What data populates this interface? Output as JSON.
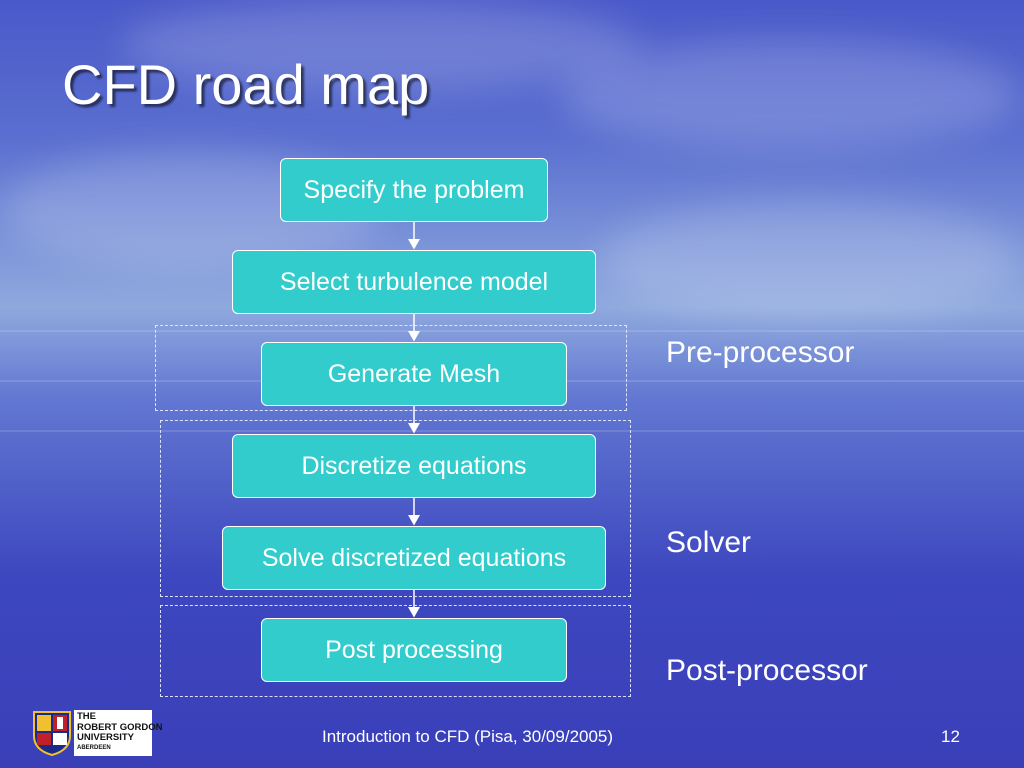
{
  "slide": {
    "title": "CFD road map",
    "footer_text": "Introduction to CFD (Pisa, 30/09/2005)",
    "page_number": "12"
  },
  "flow_steps": [
    "Specify the problem",
    "Select turbulence model",
    "Generate Mesh",
    "Discretize equations",
    "Solve discretized equations",
    "Post processing"
  ],
  "groups": {
    "pre_processor": "Pre-processor",
    "solver": "Solver",
    "post_processor": "Post-processor"
  },
  "logo": {
    "line1": "THE",
    "line2": "ROBERT GORDON",
    "line3": "UNIVERSITY",
    "line4": "ABERDEEN"
  },
  "colors": {
    "box_fill": "#33cccc",
    "box_border": "#ffffff",
    "text": "#ffffff",
    "background": "#4a59c9"
  }
}
